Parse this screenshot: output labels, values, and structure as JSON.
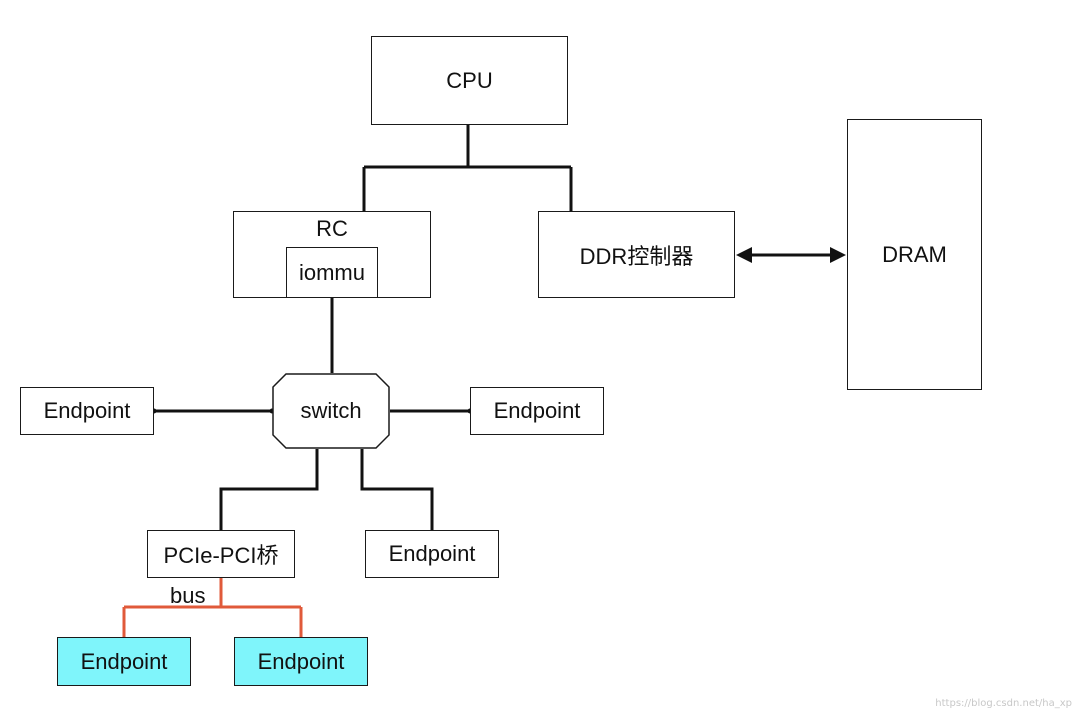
{
  "nodes": {
    "cpu": "CPU",
    "rc": "RC",
    "iommu": "iommu",
    "ddr_controller": "DDR控制器",
    "dram": "DRAM",
    "switch": "switch",
    "endpoint_left": "Endpoint",
    "endpoint_right": "Endpoint",
    "endpoint_switch_down": "Endpoint",
    "pcie_pci_bridge": "PCIe-PCI桥",
    "endpoint_bus_left": "Endpoint",
    "endpoint_bus_right": "Endpoint"
  },
  "labels": {
    "bus": "bus"
  },
  "colors": {
    "line": "#111111",
    "bus_line": "#e05a3a",
    "highlight_fill": "#7ff5fb"
  },
  "watermark": "https://blog.csdn.net/ha_xp"
}
